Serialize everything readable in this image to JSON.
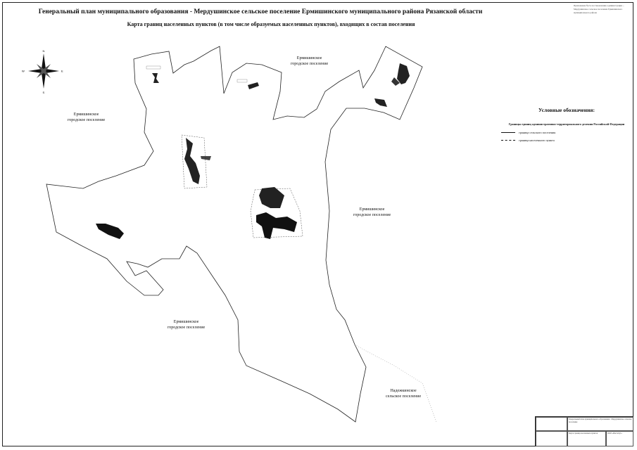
{
  "header": {
    "title": "Генеральный план муниципального образования - Мердушинское сельское поселение Ермишинского муниципального района Рязанской области",
    "subtitle": "Карта границ населенных пунктов (в том числе образуемых населенных пунктов), входящих в состав поселения"
  },
  "approval_note": "Приложение №2 к постановлению администрации ... Мердушинское сельское поселение Ермишинского муниципального района",
  "compass": {
    "n": "N",
    "s": "S",
    "w": "W",
    "e": "E"
  },
  "regions": [
    {
      "line1": "Ермишинское",
      "line2": "городское поселение"
    },
    {
      "line1": "Ермишинское",
      "line2": "городское поселение"
    },
    {
      "line1": "Ермишинское",
      "line2": "городское поселение"
    },
    {
      "line1": "Ермишинское",
      "line2": "городское поселение"
    },
    {
      "line1": "Надежкинское",
      "line2": "сельское поселение"
    }
  ],
  "legend": {
    "title": "Условные обозначения:",
    "subtitle": "Границы единиц административно-территориального деления Российской Федерации",
    "items": [
      {
        "label": "граница сельского поселения",
        "style": "solid"
      },
      {
        "label": "граница населенного пункта",
        "style": "dashed"
      }
    ]
  },
  "title_block": {
    "project": "Генеральный план муниципального образования - Мердушинское сельское поселение",
    "sheet_title": "Карта границ населенных пунктов",
    "organization": "ООО «Институт»"
  },
  "colors": {
    "ink": "#111111",
    "boundary": "#222222"
  }
}
